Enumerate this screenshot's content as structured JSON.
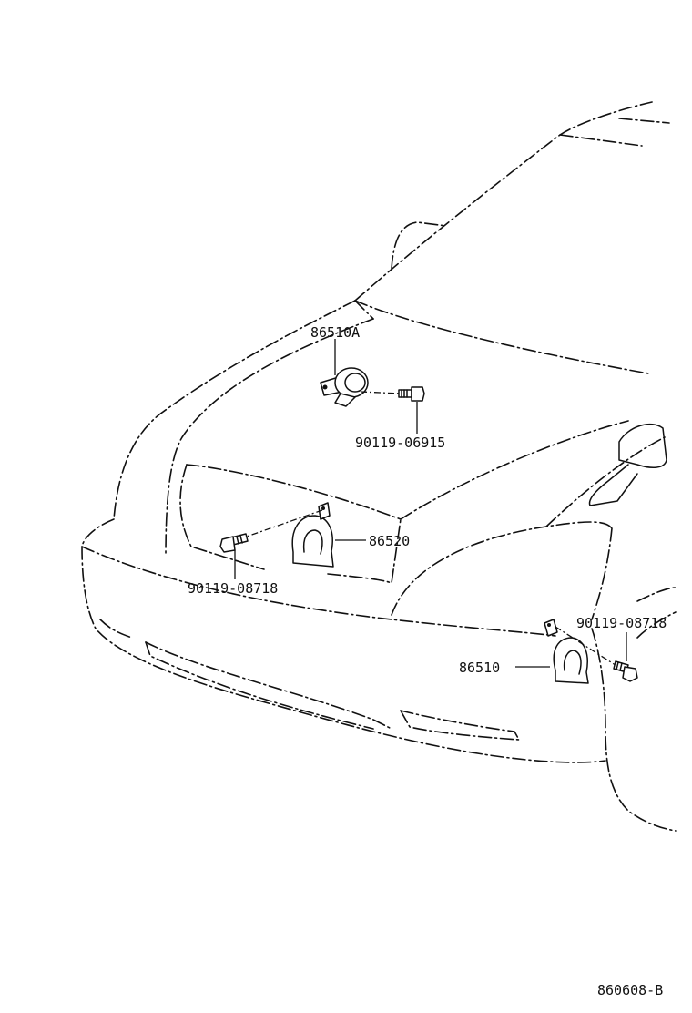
{
  "labels": {
    "horn_high_bracket": "86510A",
    "bolt_upper": "90119-06915",
    "horn_low": "86520",
    "bolt_left": "90119-08718",
    "bolt_right": "90119-08718",
    "horn_high": "86510",
    "figure_code": "860608-B"
  }
}
